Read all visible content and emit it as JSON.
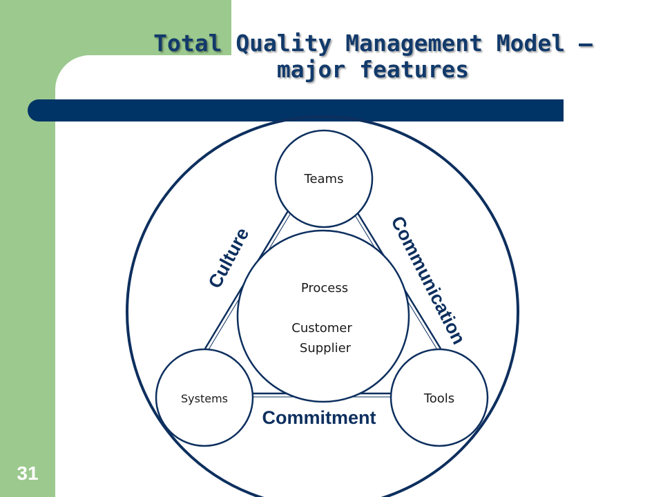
{
  "slide": {
    "title_line1": "Total Quality Management Model –",
    "title_line2": "major features",
    "number": "31"
  },
  "diagram": {
    "center_lines": [
      "Process",
      "Customer",
      "Supplier"
    ],
    "nodes": {
      "top": "Teams",
      "left": "Systems",
      "right": "Tools"
    },
    "edges": {
      "left": "Culture",
      "right": "Communication",
      "bottom": "Commitment"
    }
  },
  "colors": {
    "accent_green": "#9cc98e",
    "navy": "#003366",
    "title_text": "#123a6b",
    "edge_text": "#0d2f5e"
  }
}
